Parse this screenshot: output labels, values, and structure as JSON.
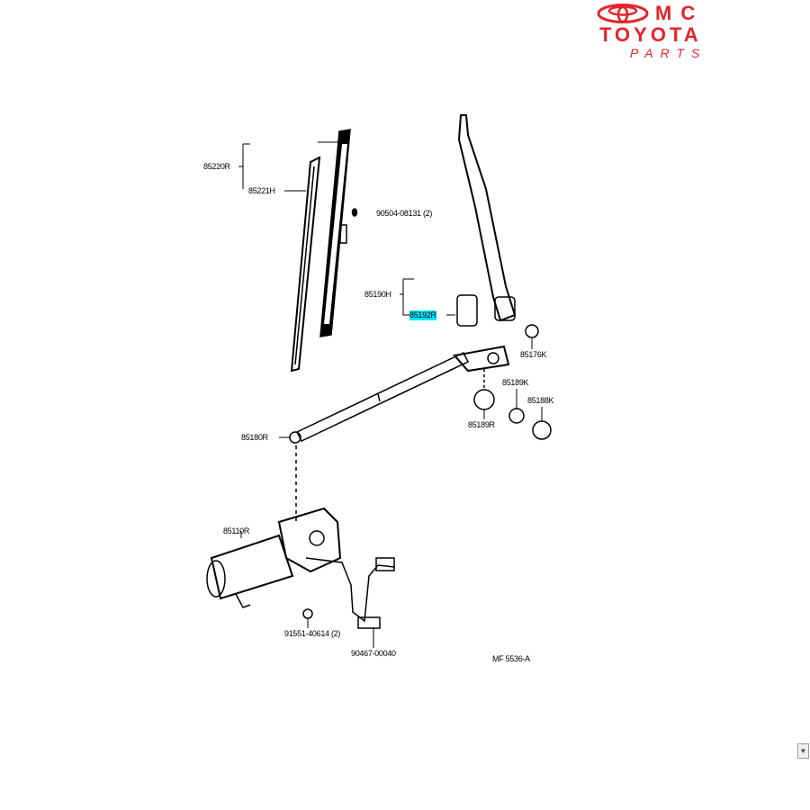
{
  "logo": {
    "mc": "MC",
    "toyota": "TOYOTA",
    "parts": "PARTS",
    "color": "#e4252a"
  },
  "labels": {
    "blade_assy": "85220R",
    "blade_insert": "85221H",
    "screw": "90504-08131 (2)",
    "arm_assy": "85190H",
    "arm_cap": "85192R",
    "nut": "85176K",
    "bushing_a": "85189K",
    "bushing_b": "85188K",
    "link_bushing": "85189R",
    "link_rod": "85180R",
    "motor": "85110R",
    "bolt": "91551-40614 (2)",
    "clamp": "90467-00040",
    "figure_code": "MF 5536-A"
  },
  "highlight_color": "#00e5ff",
  "scrollbar": {
    "down_arrow": "▼"
  }
}
